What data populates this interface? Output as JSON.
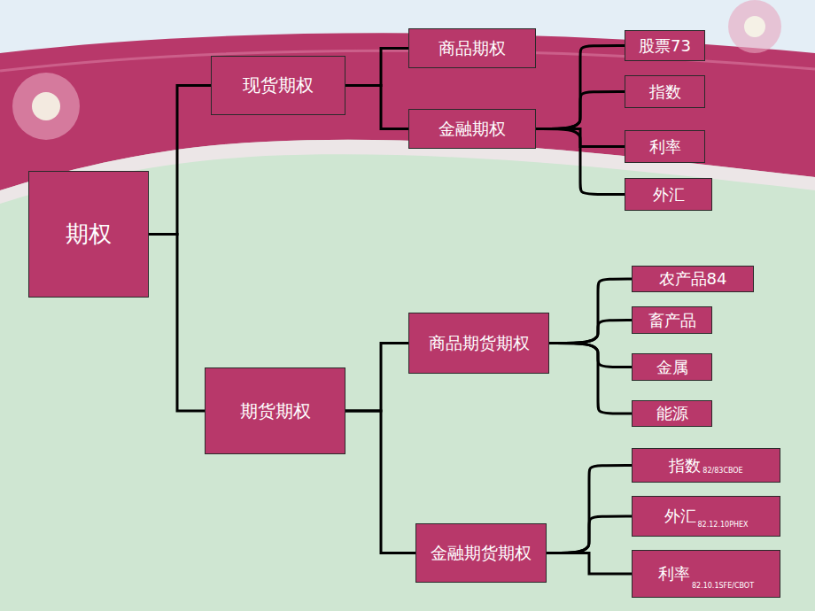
{
  "diagram": {
    "nodes": [
      {
        "text": [
          "期权"
        ]
      },
      {
        "text": [
          "现货期权"
        ]
      },
      {
        "text": [
          "期货期权"
        ]
      },
      {
        "text": [
          "商品期权"
        ]
      },
      {
        "text": [
          "金融期权"
        ]
      },
      {
        "text": [
          "股票73"
        ]
      },
      {
        "text": [
          "指数"
        ]
      },
      {
        "text": [
          "利率"
        ]
      },
      {
        "text": [
          "外汇"
        ]
      },
      {
        "text": [
          "商品期货期权"
        ]
      },
      {
        "text": [
          "金融期货期权"
        ]
      },
      {
        "text": [
          "农产品84"
        ]
      },
      {
        "text": [
          "畜产品"
        ]
      },
      {
        "text": [
          "金属"
        ]
      },
      {
        "text": [
          "能源"
        ]
      },
      {
        "text": [
          "指数",
          "82/83CBOE"
        ]
      },
      {
        "text": [
          "外汇",
          "82.12.10PHEX"
        ]
      },
      {
        "text": [
          "利率",
          "82.10.1SFE/CBOT"
        ]
      }
    ],
    "edges": [
      {
        "from": 0,
        "to": 1,
        "arrow": "none"
      },
      {
        "from": 0,
        "to": 2,
        "arrow": "none"
      },
      {
        "from": 1,
        "to": 3,
        "arrow": "none"
      },
      {
        "from": 1,
        "to": 4,
        "arrow": "none"
      },
      {
        "from": 4,
        "to": 5,
        "arrow": "none"
      },
      {
        "from": 4,
        "to": 6,
        "arrow": "none"
      },
      {
        "from": 4,
        "to": 7,
        "arrow": "none"
      },
      {
        "from": 4,
        "to": 8,
        "arrow": "none"
      },
      {
        "from": 2,
        "to": 9,
        "arrow": "none"
      },
      {
        "from": 2,
        "to": 10,
        "arrow": "none"
      },
      {
        "from": 9,
        "to": 11,
        "arrow": "none"
      },
      {
        "from": 9,
        "to": 12,
        "arrow": "none"
      },
      {
        "from": 9,
        "to": 13,
        "arrow": "none"
      },
      {
        "from": 9,
        "to": 14,
        "arrow": "none"
      },
      {
        "from": 10,
        "to": 15,
        "arrow": "none"
      },
      {
        "from": 10,
        "to": 16,
        "arrow": "none"
      },
      {
        "from": 10,
        "to": 17,
        "arrow": "none"
      }
    ]
  }
}
